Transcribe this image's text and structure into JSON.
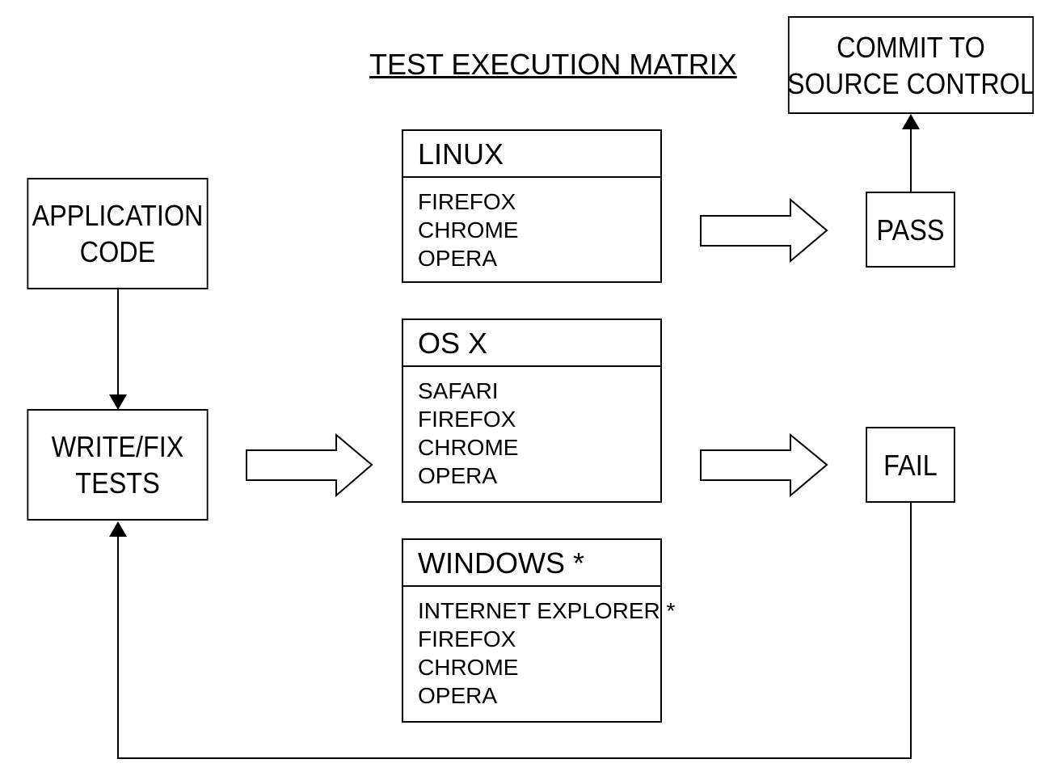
{
  "title": "TEST EXECUTION MATRIX",
  "nodes": {
    "application_code": [
      "APPLICATION",
      "CODE"
    ],
    "write_fix_tests": [
      "WRITE/FIX",
      "TESTS"
    ],
    "commit": [
      "COMMIT TO",
      "SOURCE CONTROL"
    ],
    "pass": "PASS",
    "fail": "FAIL"
  },
  "platforms": [
    {
      "name": "LINUX",
      "browsers": [
        "FIREFOX",
        "CHROME",
        "OPERA"
      ]
    },
    {
      "name": "OS X",
      "browsers": [
        "SAFARI",
        "FIREFOX",
        "CHROME",
        "OPERA"
      ]
    },
    {
      "name": "WINDOWS *",
      "browsers": [
        "INTERNET EXPLORER *",
        "FIREFOX",
        "CHROME",
        "OPERA"
      ]
    }
  ],
  "colors": {
    "stroke": "#000000",
    "background": "#ffffff"
  }
}
